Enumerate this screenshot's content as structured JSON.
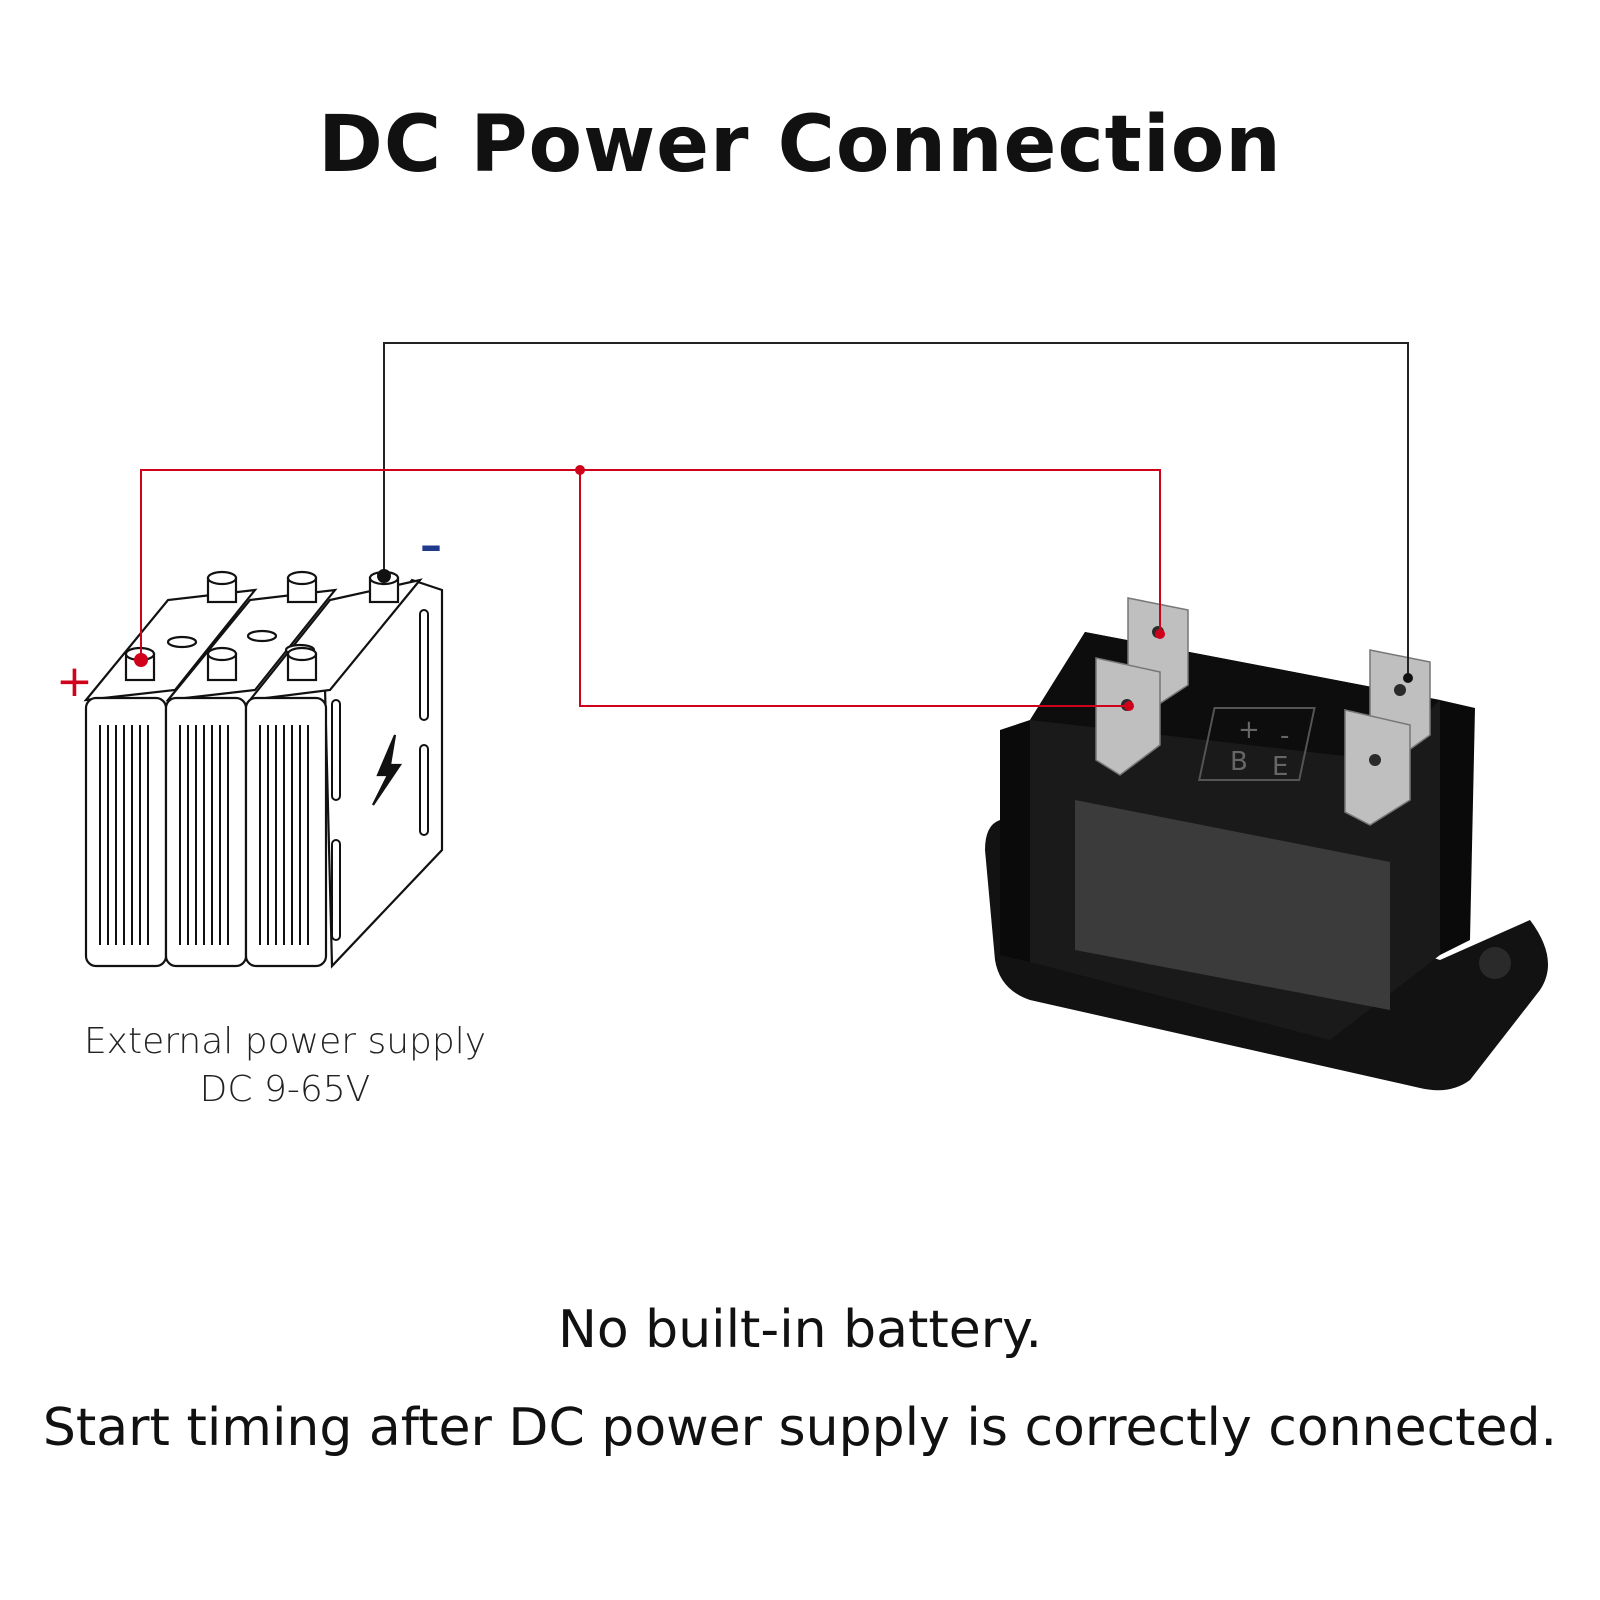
{
  "title": "DC Power Connection",
  "battery": {
    "label_line1": "External power supply",
    "label_line2": "DC 9-65V",
    "plus_symbol": "+",
    "minus_symbol": "–"
  },
  "switch_terminals": {
    "plus": "+",
    "minus": "-",
    "b": "B",
    "e": "E"
  },
  "notes": {
    "line1": "No built-in battery.",
    "line2": "Start timing after DC power supply is correctly connected."
  },
  "colors": {
    "positive_wire": "#d0021b",
    "negative_wire": "#222222",
    "plus_symbol": "#d0021b",
    "minus_symbol": "#1f3a8a",
    "device_body": "#141414"
  }
}
